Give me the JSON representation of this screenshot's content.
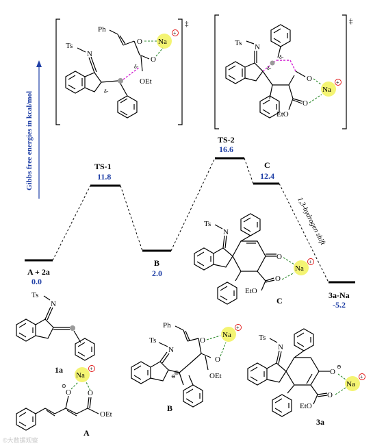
{
  "y_axis_label": "Gibbs free energies in kcal/mol",
  "levels": [
    {
      "id": "A+2a",
      "name": "A + 2a",
      "value": "0.0"
    },
    {
      "id": "TS-1",
      "name": "TS-1",
      "value": "11.8"
    },
    {
      "id": "B",
      "name": "B",
      "value": "2.0"
    },
    {
      "id": "TS-2",
      "name": "TS-2",
      "value": "16.6"
    },
    {
      "id": "C",
      "name": "C",
      "value": "12.4"
    },
    {
      "id": "3a-Na",
      "name": "3a-Na",
      "value": "-5.2"
    }
  ],
  "step_label": "1,3-hydrogen shift",
  "ts_marker": "‡",
  "atoms": {
    "ts": "Ts",
    "n": "N",
    "ph": "Ph",
    "o": "O",
    "oet": "OEt",
    "eto": "EtO",
    "na": "Na",
    "plus": "+",
    "minus": "⊖",
    "delta_minus": "δ-"
  },
  "compounds": {
    "c_mid": "C",
    "a1": "1a",
    "b": "B",
    "a3": "3a",
    "a": "A"
  },
  "watermark": "©大数据观察"
}
